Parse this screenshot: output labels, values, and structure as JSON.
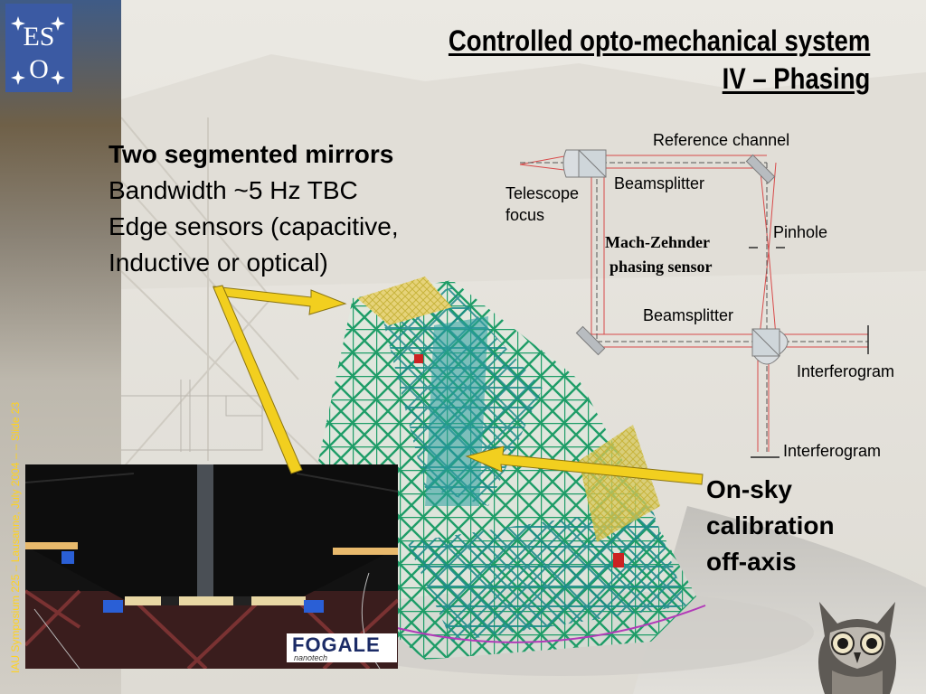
{
  "logo": {
    "line1": "ES",
    "line2": "O"
  },
  "title": {
    "line1": "Controlled opto-mechanical system",
    "line2": "IV – Phasing"
  },
  "bullets": {
    "lead": "Two segmented mirrors",
    "items": [
      "Bandwidth ~5 Hz TBC",
      "Edge sensors (capacitive,",
      "Inductive or optical)"
    ]
  },
  "diagram": {
    "reference_channel": "Reference channel",
    "beamsplitter_top": "Beamsplitter",
    "telescope_focus_1": "Telescope",
    "telescope_focus_2": "focus",
    "pinhole": "Pinhole",
    "sensor_line1": "Mach-Zehnder",
    "sensor_line2": "phasing sensor",
    "beamsplitter_bottom": "Beamsplitter",
    "interferogram_1": "Interferogram",
    "interferogram_2": "Interferogram"
  },
  "onsky": {
    "line1": "On-sky",
    "line2": "calibration",
    "line3": "off-axis"
  },
  "photo": {
    "brand": "FOGALE",
    "brand_sub": "nanotech"
  },
  "slide_credit": "IAU Symposium 225 – Lausanne, July 2004 – – Slide 23",
  "colors": {
    "title_text": "#000000",
    "credit_text": "#ffd21f",
    "arrow": "#ffd21f",
    "structure": "#1e9a6a"
  }
}
